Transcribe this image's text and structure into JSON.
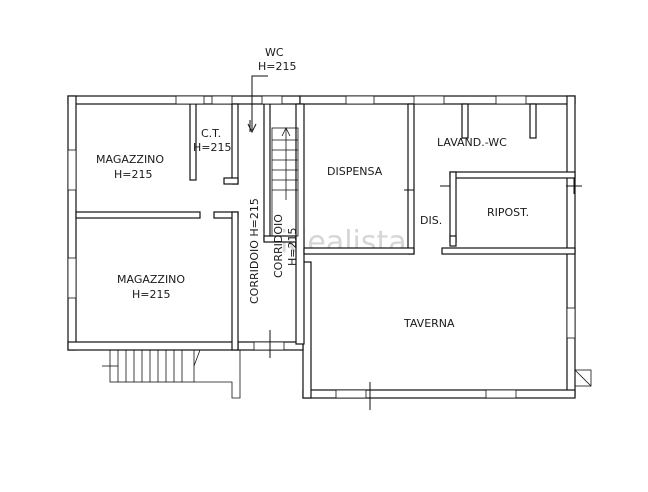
{
  "watermark": "idealista",
  "rooms": {
    "wc_name": "WC",
    "wc_height": "H=215",
    "ct_name": "C.T.",
    "ct_height": "H=215",
    "magazzino1_name": "MAGAZZINO",
    "magazzino1_height": "H=215",
    "magazzino2_name": "MAGAZZINO",
    "magazzino2_height": "H=215",
    "corridoio1": "CORRIDOIO H=215",
    "corridoio2_name": "CORRIDOIO",
    "corridoio2_height": "H=215",
    "dispensa": "DISPENSA",
    "lavand_wc": "LAVAND.-WC",
    "ripost": "RIPOST.",
    "dis": "DIS.",
    "taverna": "TAVERNA"
  }
}
